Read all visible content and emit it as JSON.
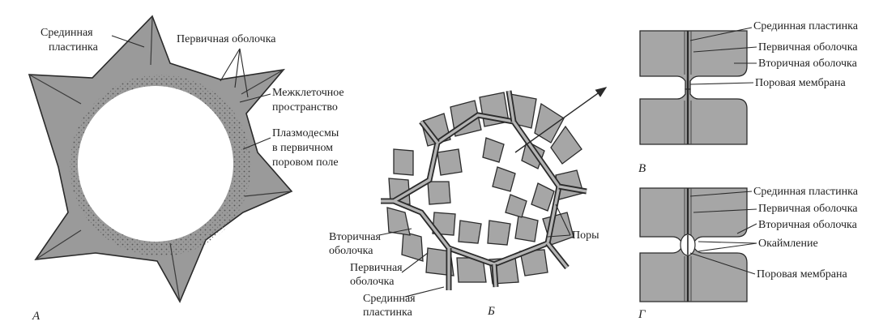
{
  "panels": {
    "a": "А",
    "b": "Б",
    "v": "В",
    "g": "Г"
  },
  "panel_a": {
    "middle_lamella": [
      "Срединная",
      "пластинка"
    ],
    "primary_wall": "Первичная оболочка",
    "intercellular_space": [
      "Межклеточное",
      "пространство"
    ],
    "plasmodesmata": [
      "Плазмодесмы",
      "в первичном",
      "поровом поле"
    ]
  },
  "panel_b": {
    "secondary_wall": [
      "Вторичная",
      "оболочка"
    ],
    "primary_wall": [
      "Первичная",
      "оболочка"
    ],
    "middle_lamella": [
      "Срединная",
      "пластинка"
    ],
    "pores": "Поры"
  },
  "panel_v": {
    "middle_lamella": "Срединная пластинка",
    "primary_wall": "Первичная оболочка",
    "secondary_wall": "Вторичная оболочка",
    "pit_membrane": "Поровая мембрана"
  },
  "panel_g": {
    "middle_lamella": "Срединная пластинка",
    "primary_wall": "Первичная оболочка",
    "secondary_wall": "Вторичная оболочка",
    "border": "Окаймление",
    "pit_membrane": "Поровая мембрана"
  },
  "colors": {
    "wall_fill": "#9a9a9a",
    "outline": "#2a2a2a",
    "background": "#ffffff"
  }
}
